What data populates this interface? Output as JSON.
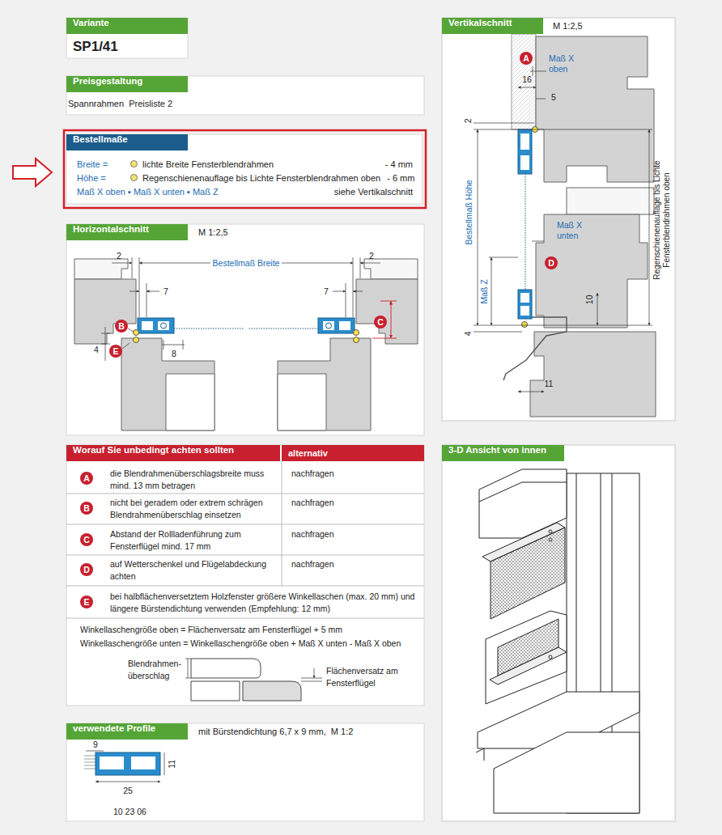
{
  "diagram": {
    "nodes": [
      {
        "text": [
          "Variante",
          "SP1/41"
        ]
      },
      {
        "text": [
          "Preisgestaltung",
          "Spannrahmen  Preisliste 2"
        ]
      },
      {
        "text": [
          "Bestellmaße",
          "Breite =",
          "lichte Breite Fensterblendrahmen",
          "- 4 mm",
          "Höhe =",
          "Regenschienenauflage bis Lichte Fensterblendrahmen oben",
          "- 6 mm",
          "Maß X oben ▪ Maß X unten ▪ Maß Z",
          "siehe Vertikalschnitt"
        ]
      },
      {
        "text": [
          "Horizontalschnitt",
          "M 1:2,5"
        ]
      },
      {
        "text": [
          "Vertikalschnitt",
          "M 1:2,5"
        ]
      },
      {
        "text": [
          "Worauf Sie unbedingt achten sollten",
          "alternativ"
        ]
      },
      {
        "text": [
          "3-D Ansicht von innen"
        ]
      },
      {
        "text": [
          "verwendete Profile",
          "mit Bürstendichtung 6,7 x 9 mm,  M 1:2"
        ]
      }
    ],
    "labels": [
      "2",
      "Bestellmaß Breite",
      "2",
      "7",
      "7",
      "B",
      "C",
      "4",
      "E",
      "8",
      "A",
      "Maß X oben",
      "16",
      "5",
      "2",
      "Bestellmaß Höhe",
      "Regenschienenauflage bis Lichte Fensterblendrahmen oben",
      "Maß X unten",
      "D",
      "Maß Z",
      "10",
      "4",
      "11",
      "A",
      "die Blendrahmenüberschlagsbreite muss mind. 13 mm betragen",
      "nachfragen",
      "B",
      "nicht bei geradem oder extrem schrägen Blendrahmenüberschlag einsetzen",
      "nachfragen",
      "C",
      "Abstand der Rollladenführung zum Fensterflügel mind. 17 mm",
      "nachfragen",
      "D",
      "auf Wetterschenkel und Flügelabdeckung achten",
      "nachfragen",
      "E",
      "bei halbflächenversetztem Holzfenster größere Winkellaschen (max. 20 mm) und längere Bürstendichtung verwenden (Empfehlung: 12 mm)",
      "Winkellaschengröße oben = Flächenversatz am Fensterflügel + 5 mm",
      "Winkellaschengröße unten = Winkellaschengröße oben + Maß X unten - Maß X oben",
      "Blendrahmen- überschlag",
      "Flächenversatz am Fensterflügel",
      "9",
      "11",
      "25",
      "10 23 06"
    ]
  }
}
